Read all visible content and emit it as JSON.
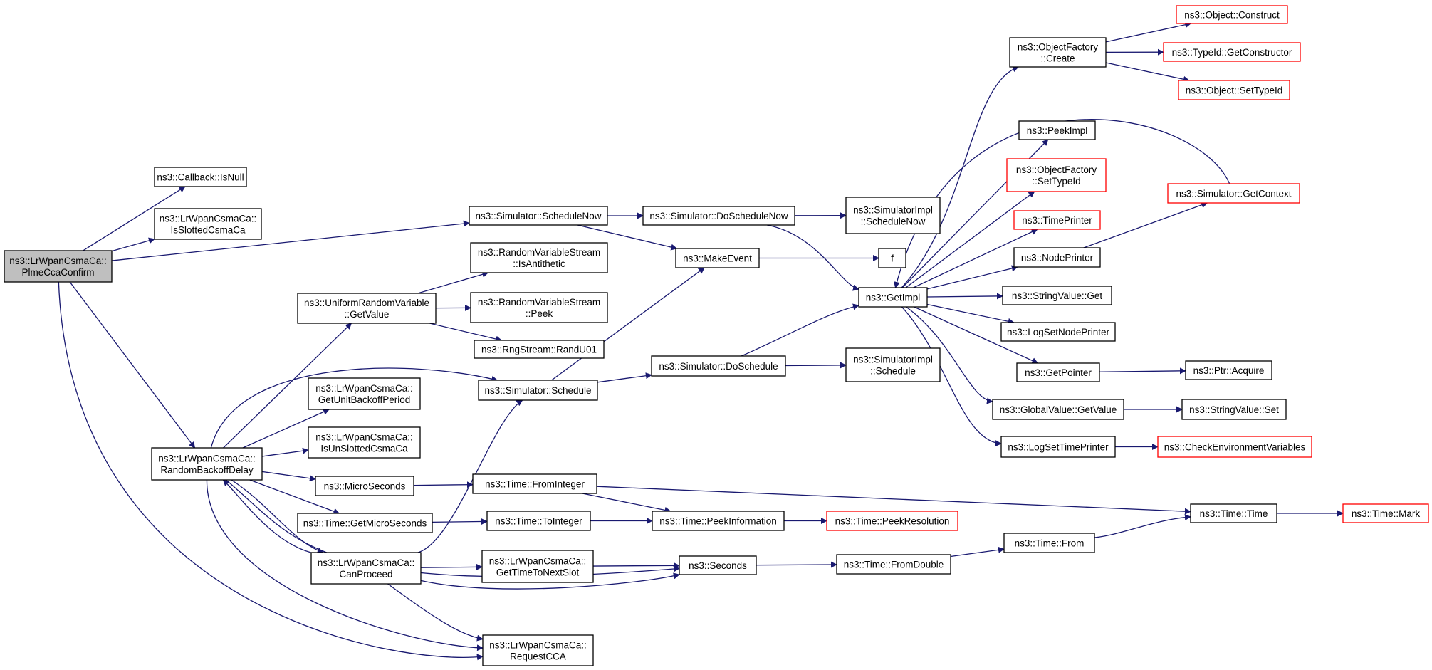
{
  "colors": {
    "root_fill": "#bfbfbf",
    "node_fill": "#ffffff",
    "node_border": "#000000",
    "truncated_border": "#ff0000",
    "edge": "#191970",
    "text": "#000000"
  },
  "nodes": [
    {
      "id": "n0",
      "lines": [
        "ns3::LrWpanCsmaCa::",
        "PlmeCcaConfirm"
      ],
      "style": "root"
    },
    {
      "id": "n1",
      "lines": [
        "ns3::Callback::IsNull"
      ],
      "style": "normal"
    },
    {
      "id": "n2",
      "lines": [
        "ns3::LrWpanCsmaCa::",
        "IsSlottedCsmaCa"
      ],
      "style": "normal"
    },
    {
      "id": "n3",
      "lines": [
        "ns3::Simulator::ScheduleNow"
      ],
      "style": "normal"
    },
    {
      "id": "n4",
      "lines": [
        "ns3::Simulator::DoScheduleNow"
      ],
      "style": "normal"
    },
    {
      "id": "n5",
      "lines": [
        "ns3::SimulatorImpl",
        "::ScheduleNow"
      ],
      "style": "normal"
    },
    {
      "id": "n6",
      "lines": [
        "ns3::MakeEvent"
      ],
      "style": "normal"
    },
    {
      "id": "n7",
      "lines": [
        "f"
      ],
      "style": "normal"
    },
    {
      "id": "n8",
      "lines": [
        "ns3::GetImpl"
      ],
      "style": "normal"
    },
    {
      "id": "n9",
      "lines": [
        "ns3::ObjectFactory",
        "::Create"
      ],
      "style": "normal"
    },
    {
      "id": "n10",
      "lines": [
        "ns3::Object::Construct"
      ],
      "style": "truncated"
    },
    {
      "id": "n11",
      "lines": [
        "ns3::TypeId::GetConstructor"
      ],
      "style": "truncated"
    },
    {
      "id": "n12",
      "lines": [
        "ns3::Object::SetTypeId"
      ],
      "style": "truncated"
    },
    {
      "id": "n13",
      "lines": [
        "ns3::PeekImpl"
      ],
      "style": "normal"
    },
    {
      "id": "n14",
      "lines": [
        "ns3::ObjectFactory",
        "::SetTypeId"
      ],
      "style": "truncated"
    },
    {
      "id": "n15",
      "lines": [
        "ns3::Simulator::GetContext"
      ],
      "style": "truncated"
    },
    {
      "id": "n16",
      "lines": [
        "ns3::TimePrinter"
      ],
      "style": "truncated"
    },
    {
      "id": "n17",
      "lines": [
        "ns3::NodePrinter"
      ],
      "style": "normal"
    },
    {
      "id": "n18",
      "lines": [
        "ns3::StringValue::Get"
      ],
      "style": "normal"
    },
    {
      "id": "n19",
      "lines": [
        "ns3::LogSetNodePrinter"
      ],
      "style": "normal"
    },
    {
      "id": "n20",
      "lines": [
        "ns3::GetPointer"
      ],
      "style": "normal"
    },
    {
      "id": "n21",
      "lines": [
        "ns3::Ptr::Acquire"
      ],
      "style": "normal"
    },
    {
      "id": "n22",
      "lines": [
        "ns3::GlobalValue::GetValue"
      ],
      "style": "normal"
    },
    {
      "id": "n23",
      "lines": [
        "ns3::StringValue::Set"
      ],
      "style": "normal"
    },
    {
      "id": "n24",
      "lines": [
        "ns3::LogSetTimePrinter"
      ],
      "style": "normal"
    },
    {
      "id": "n25",
      "lines": [
        "ns3::CheckEnvironmentVariables"
      ],
      "style": "truncated"
    },
    {
      "id": "n26",
      "lines": [
        "ns3::UniformRandomVariable",
        "::GetValue"
      ],
      "style": "normal"
    },
    {
      "id": "n27",
      "lines": [
        "ns3::RandomVariableStream",
        "::IsAntithetic"
      ],
      "style": "normal"
    },
    {
      "id": "n28",
      "lines": [
        "ns3::RandomVariableStream",
        "::Peek"
      ],
      "style": "normal"
    },
    {
      "id": "n29",
      "lines": [
        "ns3::RngStream::RandU01"
      ],
      "style": "normal"
    },
    {
      "id": "n30",
      "lines": [
        "ns3::Simulator::Schedule"
      ],
      "style": "normal"
    },
    {
      "id": "n31",
      "lines": [
        "ns3::Simulator::DoSchedule"
      ],
      "style": "normal"
    },
    {
      "id": "n32",
      "lines": [
        "ns3::SimulatorImpl",
        "::Schedule"
      ],
      "style": "normal"
    },
    {
      "id": "n33",
      "lines": [
        "ns3::LrWpanCsmaCa::",
        "GetUnitBackoffPeriod"
      ],
      "style": "normal"
    },
    {
      "id": "n34",
      "lines": [
        "ns3::LrWpanCsmaCa::",
        "IsUnSlottedCsmaCa"
      ],
      "style": "normal"
    },
    {
      "id": "n35",
      "lines": [
        "ns3::LrWpanCsmaCa::",
        "RandomBackoffDelay"
      ],
      "style": "normal"
    },
    {
      "id": "n36",
      "lines": [
        "ns3::MicroSeconds"
      ],
      "style": "normal"
    },
    {
      "id": "n37",
      "lines": [
        "ns3::Time::FromInteger"
      ],
      "style": "normal"
    },
    {
      "id": "n38",
      "lines": [
        "ns3::Time::GetMicroSeconds"
      ],
      "style": "normal"
    },
    {
      "id": "n39",
      "lines": [
        "ns3::Time::ToInteger"
      ],
      "style": "normal"
    },
    {
      "id": "n40",
      "lines": [
        "ns3::Time::PeekInformation"
      ],
      "style": "normal"
    },
    {
      "id": "n41",
      "lines": [
        "ns3::Time::PeekResolution"
      ],
      "style": "truncated"
    },
    {
      "id": "n42",
      "lines": [
        "ns3::Time::Time"
      ],
      "style": "normal"
    },
    {
      "id": "n43",
      "lines": [
        "ns3::Time::Mark"
      ],
      "style": "truncated"
    },
    {
      "id": "n44",
      "lines": [
        "ns3::LrWpanCsmaCa::",
        "CanProceed"
      ],
      "style": "normal"
    },
    {
      "id": "n45",
      "lines": [
        "ns3::LrWpanCsmaCa::",
        "GetTimeToNextSlot"
      ],
      "style": "normal"
    },
    {
      "id": "n46",
      "lines": [
        "ns3::Seconds"
      ],
      "style": "normal"
    },
    {
      "id": "n47",
      "lines": [
        "ns3::Time::FromDouble"
      ],
      "style": "normal"
    },
    {
      "id": "n48",
      "lines": [
        "ns3::Time::From"
      ],
      "style": "normal"
    },
    {
      "id": "n49",
      "lines": [
        "ns3::LrWpanCsmaCa::",
        "RequestCCA"
      ],
      "style": "normal"
    }
  ],
  "edges": [
    {
      "from": "n0",
      "to": "n1"
    },
    {
      "from": "n0",
      "to": "n2"
    },
    {
      "from": "n0",
      "to": "n3"
    },
    {
      "from": "n0",
      "to": "n35"
    },
    {
      "from": "n0",
      "to": "n49"
    },
    {
      "from": "n3",
      "to": "n4"
    },
    {
      "from": "n3",
      "to": "n6"
    },
    {
      "from": "n4",
      "to": "n5"
    },
    {
      "from": "n4",
      "to": "n8"
    },
    {
      "from": "n6",
      "to": "n7"
    },
    {
      "from": "n8",
      "to": "n9"
    },
    {
      "from": "n8",
      "to": "n13"
    },
    {
      "from": "n8",
      "to": "n14"
    },
    {
      "from": "n8",
      "to": "n16"
    },
    {
      "from": "n8",
      "to": "n17"
    },
    {
      "from": "n8",
      "to": "n18"
    },
    {
      "from": "n8",
      "to": "n19"
    },
    {
      "from": "n8",
      "to": "n20"
    },
    {
      "from": "n8",
      "to": "n22"
    },
    {
      "from": "n8",
      "to": "n24"
    },
    {
      "from": "n9",
      "to": "n10"
    },
    {
      "from": "n9",
      "to": "n11"
    },
    {
      "from": "n9",
      "to": "n12"
    },
    {
      "from": "n15",
      "to": "n8"
    },
    {
      "from": "n17",
      "to": "n15"
    },
    {
      "from": "n20",
      "to": "n21"
    },
    {
      "from": "n22",
      "to": "n23"
    },
    {
      "from": "n24",
      "to": "n25"
    },
    {
      "from": "n26",
      "to": "n27"
    },
    {
      "from": "n26",
      "to": "n28"
    },
    {
      "from": "n26",
      "to": "n29"
    },
    {
      "from": "n30",
      "to": "n6"
    },
    {
      "from": "n30",
      "to": "n31"
    },
    {
      "from": "n31",
      "to": "n8"
    },
    {
      "from": "n31",
      "to": "n32"
    },
    {
      "from": "n35",
      "to": "n26"
    },
    {
      "from": "n35",
      "to": "n30"
    },
    {
      "from": "n35",
      "to": "n33"
    },
    {
      "from": "n35",
      "to": "n34"
    },
    {
      "from": "n35",
      "to": "n36"
    },
    {
      "from": "n35",
      "to": "n38"
    },
    {
      "from": "n35",
      "to": "n44"
    },
    {
      "from": "n35",
      "to": "n46"
    },
    {
      "from": "n35",
      "to": "n49"
    },
    {
      "from": "n36",
      "to": "n37"
    },
    {
      "from": "n37",
      "to": "n40"
    },
    {
      "from": "n37",
      "to": "n42"
    },
    {
      "from": "n38",
      "to": "n39"
    },
    {
      "from": "n39",
      "to": "n40"
    },
    {
      "from": "n40",
      "to": "n41"
    },
    {
      "from": "n42",
      "to": "n43"
    },
    {
      "from": "n44",
      "to": "n30"
    },
    {
      "from": "n44",
      "to": "n35"
    },
    {
      "from": "n44",
      "to": "n45"
    },
    {
      "from": "n44",
      "to": "n46"
    },
    {
      "from": "n44",
      "to": "n49"
    },
    {
      "from": "n45",
      "to": "n46"
    },
    {
      "from": "n46",
      "to": "n47"
    },
    {
      "from": "n47",
      "to": "n48"
    },
    {
      "from": "n48",
      "to": "n42"
    }
  ]
}
